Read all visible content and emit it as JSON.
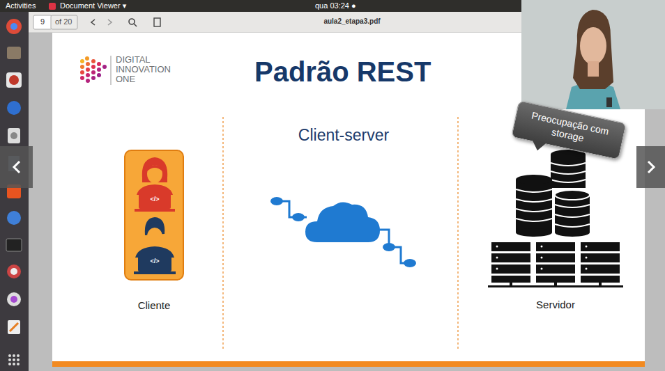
{
  "diagram": {
    "title": "Padrão REST",
    "nodes": [
      {
        "text": [
          "Cliente"
        ]
      },
      {
        "text": [
          "Preocupação com storage"
        ]
      }
    ],
    "labels": [
      "Activities",
      "Document Viewer ▾",
      "qua 03:24 ●",
      "9",
      "of 20",
      "aula2_etapa3.pdf",
      "DIGITAL",
      "INNOVATION",
      "ONE",
      "Client-server",
      "Servidor",
      "</>",
      "</>"
    ]
  }
}
